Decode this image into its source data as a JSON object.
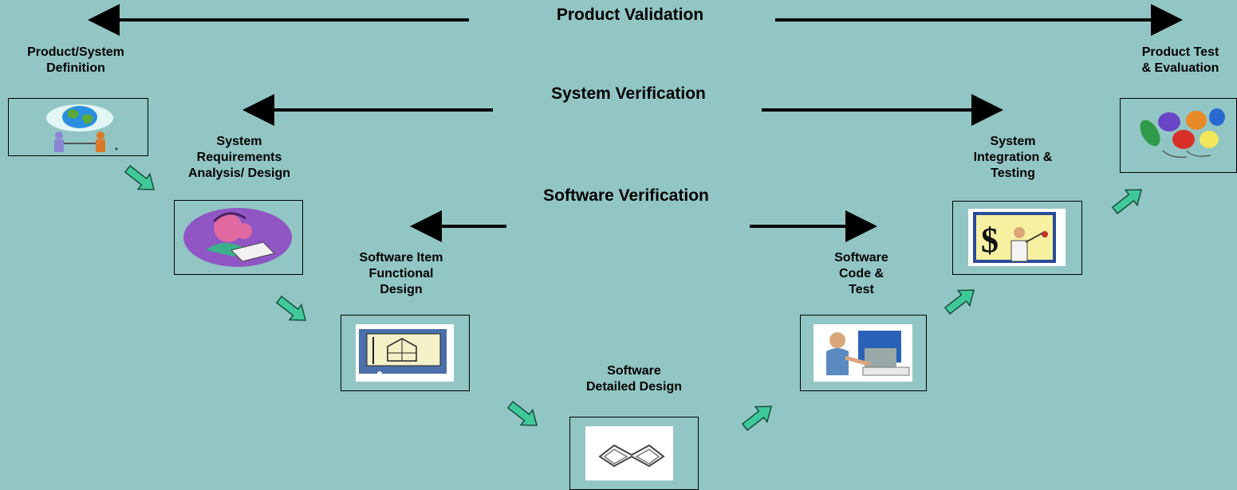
{
  "bands": {
    "product_validation": "Product Validation",
    "system_verification": "System Verification",
    "software_verification": "Software Verification"
  },
  "stages": [
    {
      "id": "product-system-definition",
      "label": "Product/System\nDefinition",
      "icon": "globe-handshake-icon"
    },
    {
      "id": "system-requirements",
      "label": "System\nRequirements\nAnalysis/ Design",
      "icon": "reading-person-icon"
    },
    {
      "id": "software-item-functional-design",
      "label": "Software Item\nFunctional\nDesign",
      "icon": "blueprint-icon"
    },
    {
      "id": "software-detailed-design",
      "label": "Software\nDetailed Design",
      "icon": "infinity-shape-icon"
    },
    {
      "id": "software-code-test",
      "label": "Software\nCode &\nTest",
      "icon": "computer-worker-icon"
    },
    {
      "id": "system-integration-testing",
      "label": "System\nIntegration &\nTesting",
      "icon": "presentation-dollar-icon"
    },
    {
      "id": "product-test-evaluation",
      "label": "Product Test\n& Evaluation",
      "icon": "balloons-icon"
    }
  ],
  "colors": {
    "background": "#92c6c4",
    "arrow": "#000000",
    "step_arrow": "#3fc99a"
  }
}
